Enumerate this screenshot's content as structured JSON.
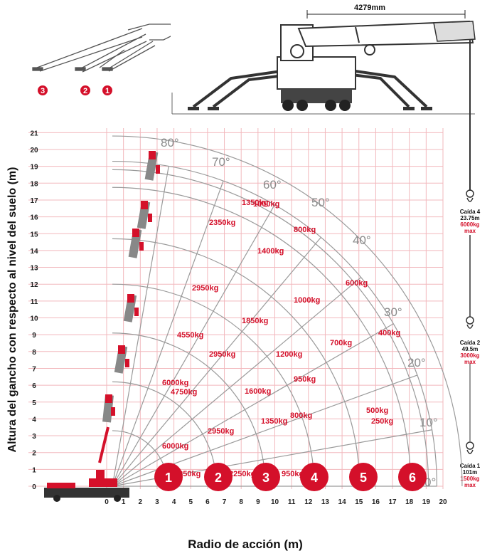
{
  "dimension_label": "4279mm",
  "axes": {
    "y_title": "Altura del gancho con respecto al nivel del suelo (m)",
    "x_title": "Radio de acción (m)",
    "x_ticks": [
      "0",
      "1",
      "2",
      "3",
      "4",
      "5",
      "6",
      "7",
      "8",
      "9",
      "10",
      "11",
      "12",
      "13",
      "14",
      "15",
      "16",
      "17",
      "18",
      "19",
      "20"
    ],
    "y_ticks": [
      "0",
      "1",
      "2",
      "3",
      "4",
      "5",
      "6",
      "7",
      "8",
      "9",
      "10",
      "11",
      "12",
      "13",
      "14",
      "15",
      "16",
      "17",
      "18",
      "19",
      "20",
      "21"
    ]
  },
  "angles": [
    "80°",
    "70°",
    "60°",
    "50°",
    "40°",
    "30°",
    "20°",
    "10°",
    "0°"
  ],
  "boom_markers_top": [
    "3",
    "2",
    "1"
  ],
  "boom_markers": [
    "1",
    "2",
    "3",
    "4",
    "5",
    "6"
  ],
  "load_labels": {
    "r1_0": "4850kg",
    "r1_30": "6000kg",
    "r1_60": "6000kg",
    "r2_0": "2250kg",
    "r2_20": "2950kg",
    "r2_45": "4750kg",
    "r2_65": "4550kg",
    "r3_0": "950kg",
    "r3_20": "1350kg",
    "r3_40": "1600kg",
    "r3_55": "2950kg",
    "r3_75": "2950kg",
    "r4_15": "800kg",
    "r4_30": "950kg",
    "r4_45": "1200kg",
    "r4_60": "1850kg",
    "r4_70": "1400kg",
    "r4_78": "2350kg",
    "r5_10": "500kg",
    "r5_25": "700kg",
    "r5_40": "1000kg",
    "r5_60": "1000kg",
    "r5_70": "1350kg",
    "r6_10": "250kg",
    "r6_25": "400kg",
    "r6_35": "600kg",
    "r6_50": "800kg"
  },
  "hooks": [
    {
      "caida": "Caída 4",
      "length": "23.75m",
      "max": "6000kg",
      "max_word": "max"
    },
    {
      "caida": "Caída 2",
      "length": "49.5m",
      "max": "3000kg",
      "max_word": "max"
    },
    {
      "caida": "Caída 1",
      "length": "101m",
      "max": "1500kg",
      "max_word": "max"
    }
  ],
  "colors": {
    "accent": "#d4102a",
    "grid": "#f2b8bd",
    "arc": "#9a9a9a",
    "machine": "#555555"
  }
}
